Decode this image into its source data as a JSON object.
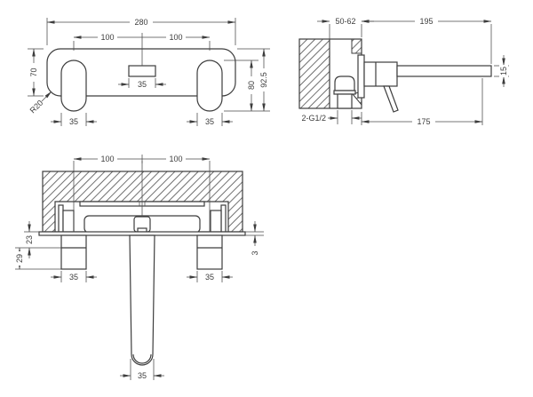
{
  "drawing_title": "wall-mounted-3-hole-basin-tap-dimension-drawing",
  "colors": {
    "background": "#ffffff",
    "line": "#3d3d3d",
    "dimension_line": "#4a4a4a"
  },
  "front_view": {
    "overall_width": "280",
    "pitch_left": "100",
    "pitch_right": "100",
    "plate_height": "70",
    "corner_radius": "R20",
    "handle_width_left": "35",
    "handle_width_right": "35",
    "spout_width": "35",
    "handle_length": "80",
    "overall_height": "92.5"
  },
  "side_view": {
    "wall_depth_range": "50-62",
    "spout_reach": "195",
    "spout_projection": "175",
    "spout_diameter": "15",
    "inlet_thread": "2-G1/2"
  },
  "plan_view": {
    "pitch_left": "100",
    "pitch_right": "100",
    "handle_depth_front": "23",
    "handle_depth_back": "29",
    "plate_thickness": "3",
    "handle_width_left": "35",
    "handle_width_right": "35",
    "spout_width": "35"
  }
}
